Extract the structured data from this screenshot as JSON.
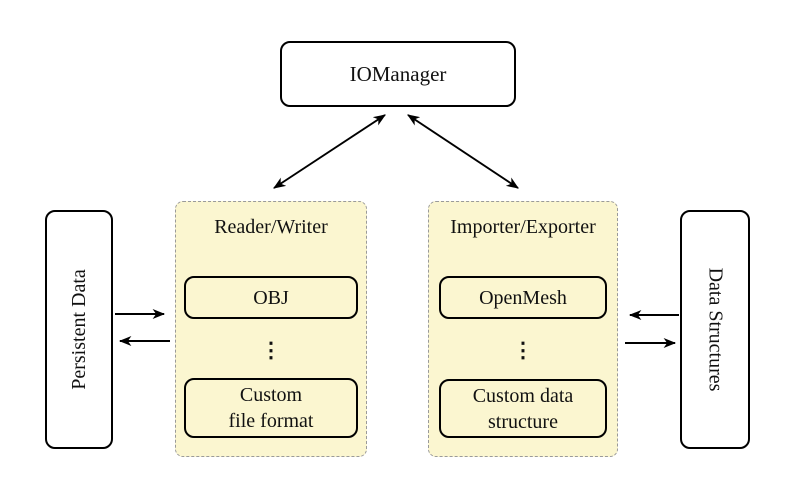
{
  "colors": {
    "background": "#ffffff",
    "group-fill": "#fbf6d0",
    "group-border": "#9a9a9a",
    "node-fill": "#ffffff",
    "node-border": "#000000",
    "arrow": "#000000"
  },
  "nodes": {
    "iomanager": {
      "label": "IOManager"
    },
    "persistent_data": {
      "label": "Persistent Data"
    },
    "data_structures": {
      "label": "Data Structures"
    },
    "reader_writer": {
      "title": "Reader/Writer",
      "items": {
        "obj": "OBJ",
        "dots": "⋮",
        "custom": "Custom\nfile format"
      }
    },
    "importer_exporter": {
      "title": "Importer/Exporter",
      "items": {
        "openmesh": "OpenMesh",
        "dots": "⋮",
        "custom": "Custom data\nstructure"
      }
    }
  }
}
